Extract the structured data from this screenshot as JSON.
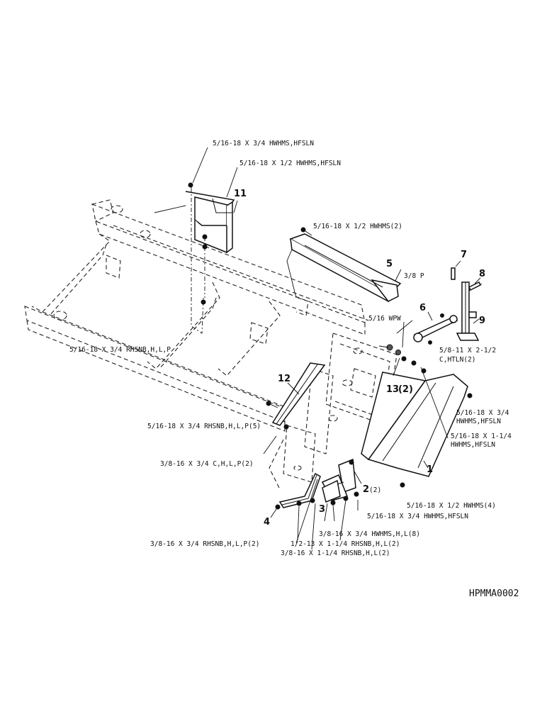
{
  "drawing_code": "HPMMA0002",
  "callouts": {
    "c1": "1",
    "c2": "2",
    "c2_qty": "(2)",
    "c3": "3",
    "c4": "4",
    "c5": "5",
    "c6": "6",
    "c7": "7",
    "c8": "8",
    "c9": "9",
    "c11": "11",
    "c12": "12",
    "c13": "13",
    "c13_qty": "(2)"
  },
  "hardware_labels": {
    "h1": "5/16-18 X 3/4 HWHMS,HFSLN",
    "h2": "5/16-18 X 1/2 HWHMS,HFSLN",
    "h3": "5/16-18 X 1/2 HWHMS(2)",
    "h4": "3/8 P",
    "h5": "5/16 WPW",
    "h6": "5/16-18 X 3/4 RHSNB,H,L,P",
    "h7a": "5/8-11 X 2-1/2",
    "h7b": "C,HTLN(2)",
    "h8": "5/16-18 X 3/4 RHSNB,H,L,P(5)",
    "h9a": "5/16-18 X 3/4",
    "h9b": "HWHMS,HFSLN",
    "h10a": "5/16-18 X 1-1/4",
    "h10b": "HWHMS,HFSLN",
    "h11": "3/8-16 X 3/4 C,H,L,P(2)",
    "h12": "5/16-18 X 1/2 HWHMS(4)",
    "h13": "5/16-18 X 3/4 HWHMS,HFSLN",
    "h14": "3/8-16 X 3/4 HWHMS,H,L(8)",
    "h15": "1/2-13 X 1-1/4 RHSNB,H,L(2)",
    "h16": "3/8-16 X 3/4 RHSNB,H,L,P(2)",
    "h17": "3/8-16 X 1-1/4 RHSNB,H,L(2)"
  }
}
